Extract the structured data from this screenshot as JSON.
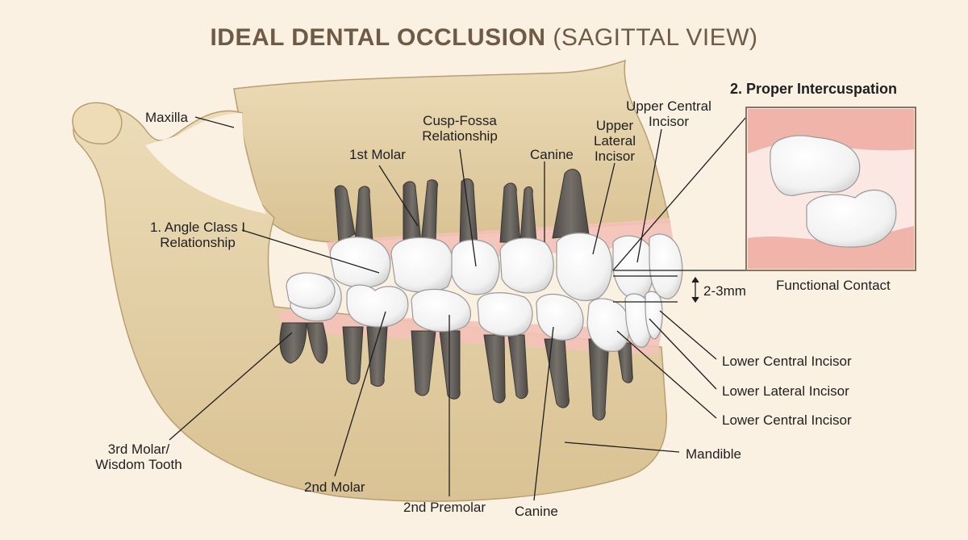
{
  "title": {
    "bold": "IDEAL DENTAL OCCLUSION",
    "light": "(SAGITTAL VIEW)"
  },
  "labels": {
    "maxilla": "Maxilla",
    "first_molar": "1st Molar",
    "cusp_fossa": "Cusp-Fossa\nRelationship",
    "canine_upper": "Canine",
    "upper_lateral_incisor": "Upper\nLateral\nIncisor",
    "upper_central_incisor": "Upper Central\nIncisor",
    "angle_class": "1. Angle Class I\nRelationship",
    "overbite": "2-3mm",
    "lower_central_incisor_1": "Lower Central Incisor",
    "lower_lateral_incisor": "Lower Lateral Incisor",
    "lower_central_incisor_2": "Lower Central Incisor",
    "mandible": "Mandible",
    "third_molar": "3rd Molar/\nWisdom Tooth",
    "second_molar": "2nd Molar",
    "second_premolar": "2nd Premolar",
    "canine_lower": "Canine"
  },
  "inset": {
    "title": "2. Proper Intercuspation",
    "caption": "Functional Contact"
  },
  "colors": {
    "background": "#fbf1e2",
    "bone": "#e6d2a8",
    "bone_shadow": "#c9b184",
    "gum": "#f4c2b8",
    "enamel": "#fbfbfb",
    "root": "#5e5a56",
    "title": "#6e5a45"
  }
}
